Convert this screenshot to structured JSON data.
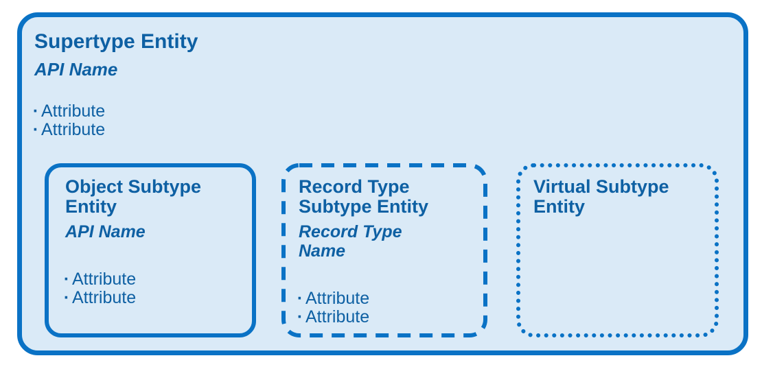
{
  "colors": {
    "border_blue": "#0a72c5",
    "text_blue": "#0e60a3",
    "panel_fill": "#daeaf7",
    "page_bg": "#ffffff"
  },
  "bullet": "·",
  "supertype": {
    "title": "Supertype Entity",
    "subtitle": "API Name",
    "attributes": [
      "Attribute",
      "Attribute"
    ]
  },
  "subtypes": [
    {
      "title": "Object Subtype Entity",
      "subtitle": "API Name",
      "border_style": "solid",
      "attributes": [
        "Attribute",
        "Attribute"
      ]
    },
    {
      "title": "Record Type Subtype Entity",
      "subtitle": "Record Type Name",
      "border_style": "dashed",
      "attributes": [
        "Attribute",
        "Attribute"
      ]
    },
    {
      "title": "Virtual Subtype Entity",
      "subtitle": "",
      "border_style": "dotted",
      "attributes": []
    }
  ]
}
